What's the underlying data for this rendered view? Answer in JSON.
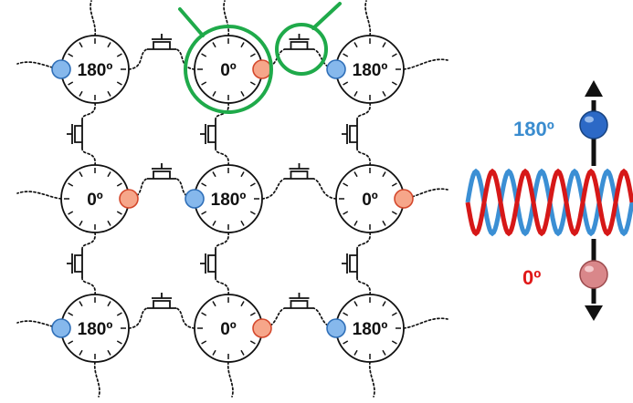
{
  "lattice": {
    "rows": [
      [
        "180º",
        "0º",
        "180º"
      ],
      [
        "0º",
        "180º",
        "0º"
      ],
      [
        "180º",
        "0º",
        "180º"
      ]
    ]
  },
  "legend": {
    "top_label": "180º",
    "bottom_label": "0º"
  },
  "colors": {
    "blue_fill": "#86b8ec",
    "blue_stroke": "#2f6fb8",
    "red_fill": "#f6a68a",
    "red_stroke": "#d4482c",
    "highlight": "#1faa4a",
    "wave_blue": "#3b8fd4",
    "wave_red": "#d61818",
    "label_blue": "#3a8ccf",
    "label_red": "#e01818"
  }
}
